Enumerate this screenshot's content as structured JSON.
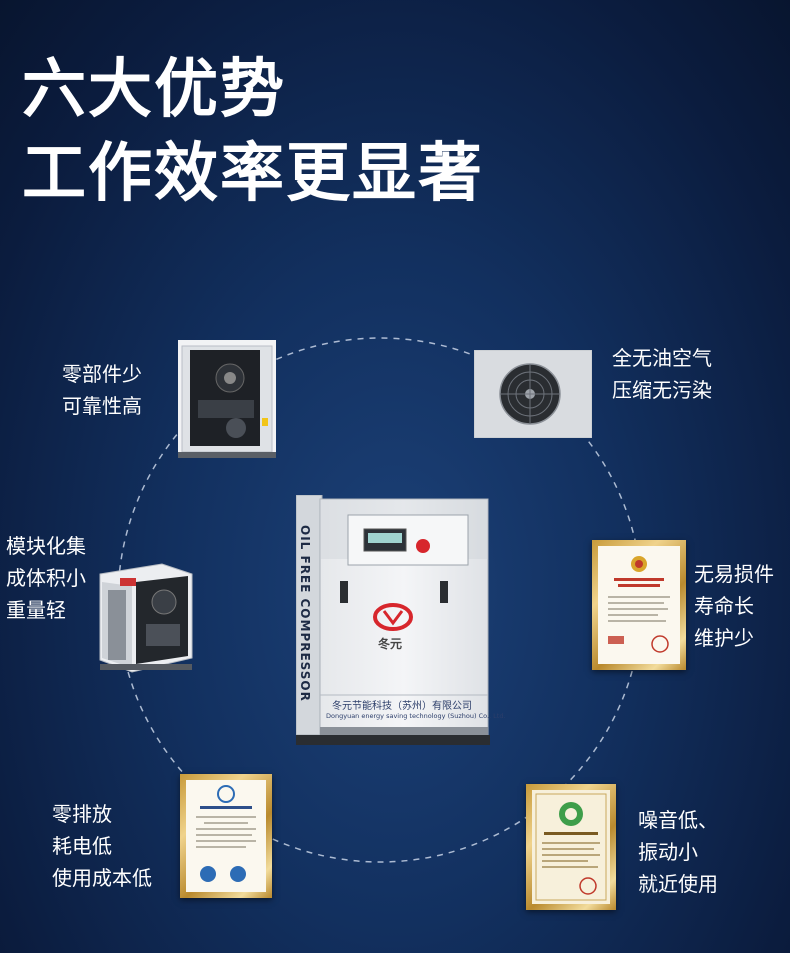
{
  "headline": {
    "line1": "六大优势",
    "line2": "工作效率更显著"
  },
  "advantages": [
    {
      "lines": [
        "零部件少",
        "可靠性高"
      ],
      "icon": "compressor-internals-photo"
    },
    {
      "lines": [
        "全无油空气",
        "压缩无污染"
      ],
      "icon": "cooling-fan-photo"
    },
    {
      "lines": [
        "模块化集",
        "成体积小",
        "重量轻"
      ],
      "icon": "compressor-module-photo"
    },
    {
      "lines": [
        "无易损件",
        "寿命长",
        "维护少"
      ],
      "icon": "inspection-certificate"
    },
    {
      "lines": [
        "零排放",
        "耗电低",
        "使用成本低"
      ],
      "icon": "management-system-certificate"
    },
    {
      "lines": [
        "噪音低、",
        "振动小",
        "就近使用"
      ],
      "icon": "ce-certificate"
    }
  ],
  "product": {
    "side_text": "OIL FREE COMPRESSOR",
    "brand": "冬元",
    "company_cn": "冬元节能科技（苏州）有限公司",
    "company_en": "Dongyuan energy saving technology (Suzhou) Co., Ltd."
  },
  "colors": {
    "background": "#12305f",
    "ring": "#c8d3e6",
    "logo_red": "#d7262c"
  }
}
